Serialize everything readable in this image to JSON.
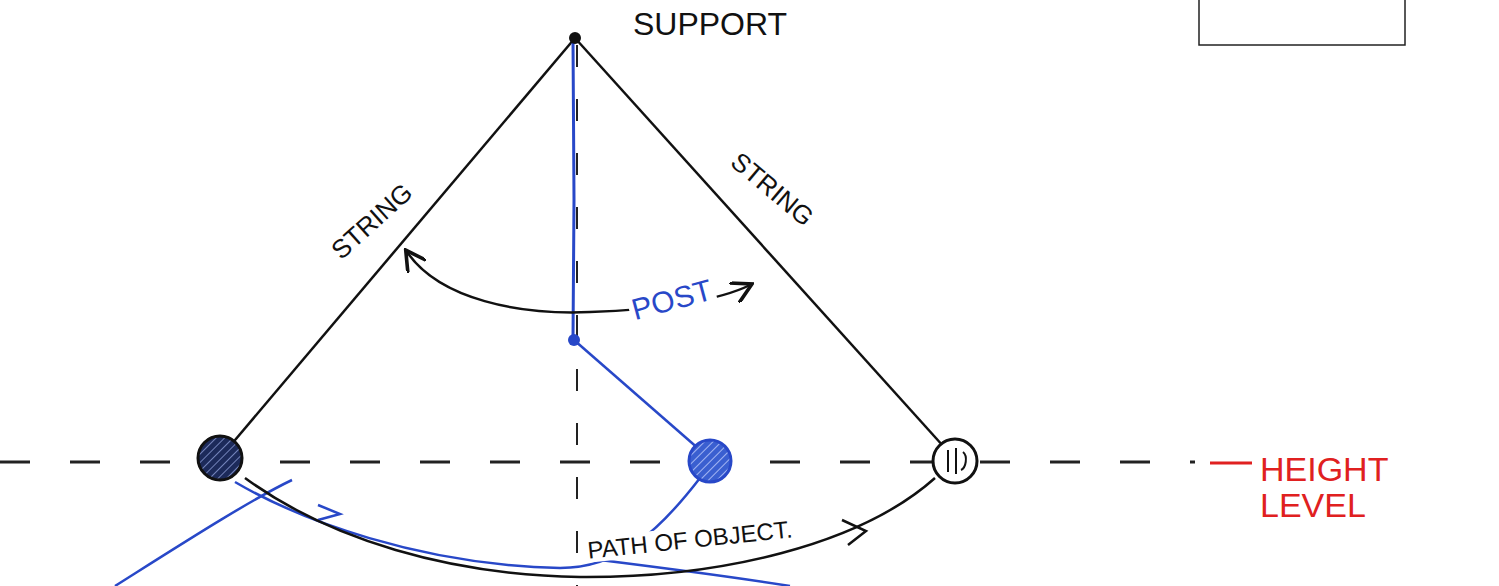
{
  "diagram": {
    "labels": [
      "SUPPORT",
      "STRING",
      "STRING",
      "POST",
      "PATH OF OBJECT.",
      "HEIGHT LEVEL"
    ]
  }
}
